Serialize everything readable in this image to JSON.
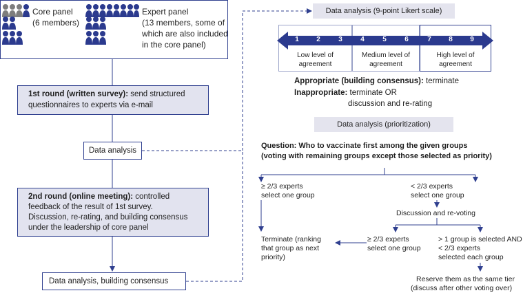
{
  "panels": {
    "core_name": "Core panel",
    "core_count": "(6 members)",
    "expert_name": "Expert panel",
    "expert_desc_1": "(13 members, some of",
    "expert_desc_2": "which are also included",
    "expert_desc_3": "in the core panel)"
  },
  "round1": {
    "bold": "1st round (written survey):",
    "rest": " send structured",
    "line2": "questionnaires to experts via e-mail"
  },
  "data_analysis_1": "Data analysis",
  "round2": {
    "bold": "2nd round (online meeting):",
    "rest": " controlled",
    "line2": "feedback of the result of 1st survey.",
    "line3": "Discussion, re-rating, and building consensus",
    "line4": "under the leadership of core panel"
  },
  "data_analysis_2": "Data analysis, building consensus",
  "likert": {
    "header": "Data analysis (9-point Likert scale)",
    "numbers": [
      "1",
      "2",
      "3",
      "4",
      "5",
      "6",
      "7",
      "8",
      "9"
    ],
    "low_1": "Low level of",
    "low_2": "agreement",
    "med_1": "Medium level of",
    "med_2": "agreement",
    "high_1": "High level of",
    "high_2": "agreement",
    "appropriate_bold": "Appropriate (building consensus):",
    "appropriate_rest": " terminate",
    "inappropriate_bold": "Inappropriate:",
    "inappropriate_rest": " terminate OR",
    "inappropriate_line2": "discussion and re-rating"
  },
  "prioritization": {
    "header": "Data analysis (prioritization)",
    "question_1": "Question: Who to vaccinate first among the given groups",
    "question_2": "(voting with remaining groups except those selected as priority)",
    "left_1": "≥ 2/3 experts",
    "left_2": "select one group",
    "right_1": "< 2/3 experts",
    "right_2": "select one group",
    "discussion": "Discussion and re-voting",
    "terminate_1": "Terminate (ranking",
    "terminate_2": "that group as next",
    "terminate_3": "priority)",
    "mid_1": "≥ 2/3 experts",
    "mid_2": "select one group",
    "far_1": "> 1 group is selected AND",
    "far_2": "< 2/3 experts",
    "far_3": "selected each group",
    "reserve_1": "Reserve them as the same tier",
    "reserve_2": "(discuss after other voting over)"
  },
  "colors": {
    "navy": "#2f3f8f",
    "fill": "#e2e3ef",
    "arrow": "#2b3a8e"
  },
  "icons": [
    "person-group-icon"
  ]
}
